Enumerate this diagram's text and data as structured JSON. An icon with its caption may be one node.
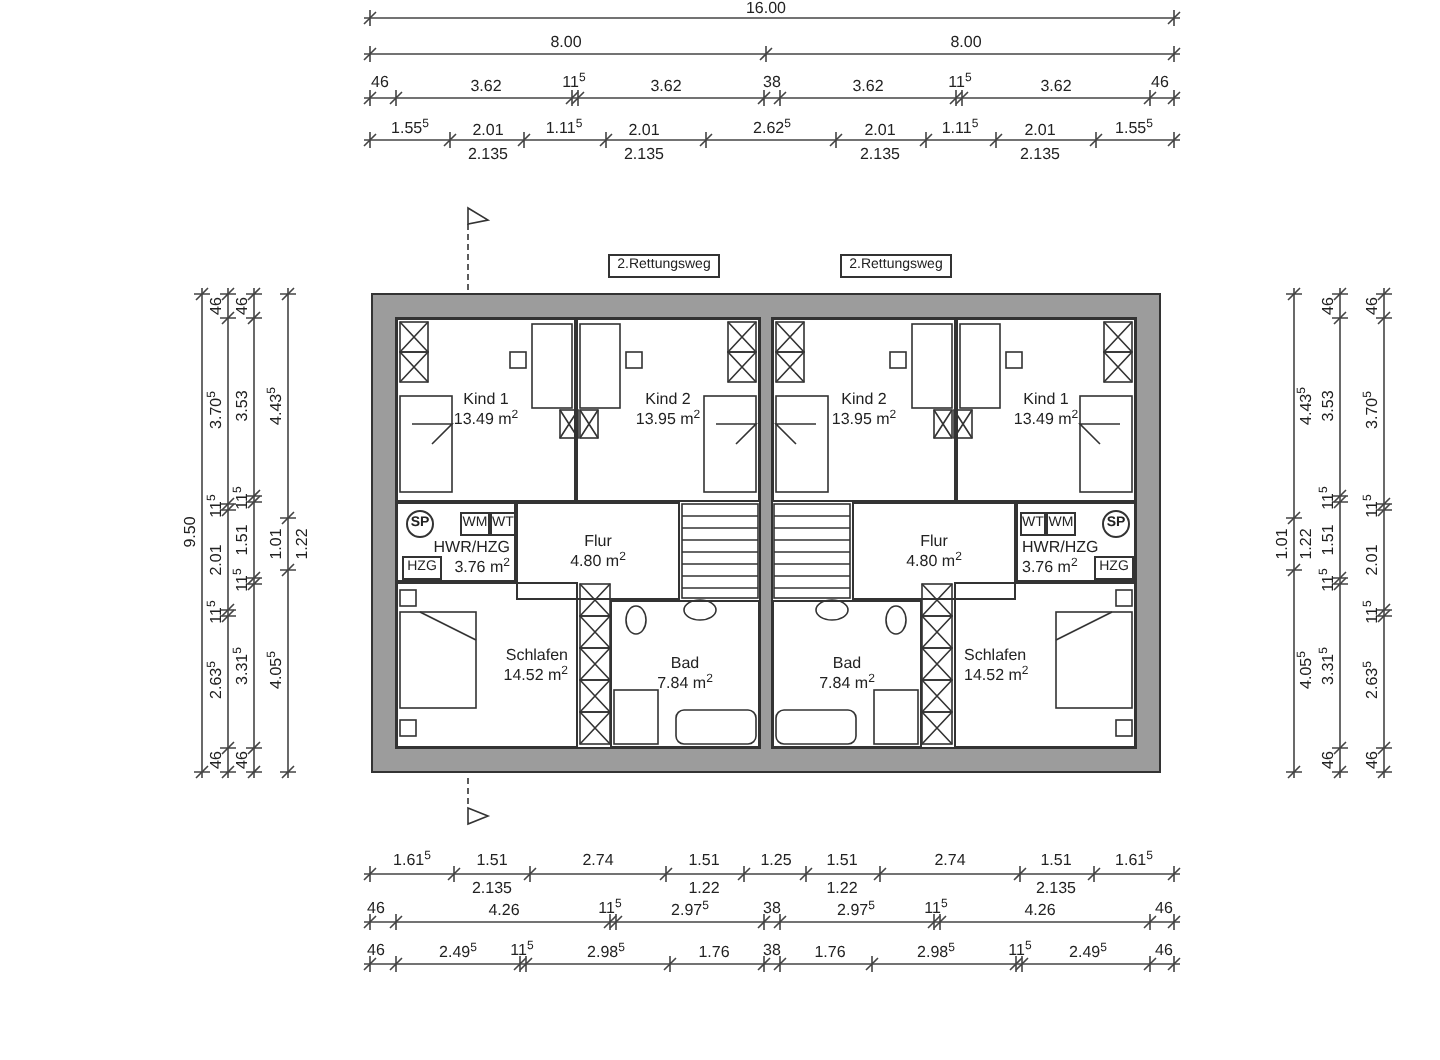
{
  "diagram": {
    "nodes": [
      {
        "text": [
          "2.Rettungsweg"
        ]
      },
      {
        "text": [
          "2.Rettungsweg"
        ]
      },
      {
        "text": [
          "Kind 1",
          "13.49 m$^{2}$"
        ]
      },
      {
        "text": [
          "Kind 2",
          "13.95 m$^{2}$"
        ]
      },
      {
        "text": [
          "HWR/HZG",
          "3.76 m$^{2}$"
        ]
      },
      {
        "text": [
          "SP"
        ],
        "in": 4
      },
      {
        "text": [
          "WM"
        ],
        "in": 4
      },
      {
        "text": [
          "WT"
        ],
        "in": 4
      },
      {
        "text": [
          "HZG"
        ],
        "in": 4
      },
      {
        "text": [
          "Flur",
          "4.80 m$^{2}$"
        ]
      },
      {
        "text": [
          "Schlafen",
          "14.52 m$^{2}$"
        ]
      },
      {
        "text": [
          "Bad",
          "7.84 m$^{2}$"
        ]
      },
      {
        "text": [
          "Kind 2",
          "13.95 m$^{2}$"
        ]
      },
      {
        "text": [
          "Kind 1",
          "13.49 m$^{2}$"
        ]
      },
      {
        "text": [
          "Flur",
          "4.80 m$^{2}$"
        ]
      },
      {
        "text": [
          "HWR/HZG",
          "3.76 m$^{2}$"
        ]
      },
      {
        "text": [
          "WT"
        ],
        "in": 15
      },
      {
        "text": [
          "WM"
        ],
        "in": 15
      },
      {
        "text": [
          "SP"
        ],
        "in": 15
      },
      {
        "text": [
          "HZG"
        ],
        "in": 15
      },
      {
        "text": [
          "Bad",
          "7.84 m$^{2}$"
        ]
      },
      {
        "text": [
          "Schlafen",
          "14.52 m$^{2}$"
        ]
      }
    ],
    "labels": [
      "16.00",
      "8.00",
      "8.00",
      "46",
      "3.62",
      "11$^{5}$",
      "3.62",
      "38",
      "3.62",
      "11$^{5}$",
      "3.62",
      "46",
      "1.55$^{5}$",
      "2.01",
      "1.11$^{5}$",
      "2.01",
      "2.62$^{5}$",
      "2.01",
      "1.11$^{5}$",
      "2.01",
      "1.55$^{5}$",
      "2.135",
      "2.135",
      "2.135",
      "2.135",
      "9.50",
      "46",
      "3.70$^{5}$",
      "11$^{5}$",
      "2.01",
      "11$^{5}$",
      "2.63$^{5}$",
      "46",
      "46",
      "3.53",
      "11$^{5}$",
      "1.51",
      "11$^{5}$",
      "3.31$^{5}$",
      "46",
      "4.43$^{5}$",
      "1.01",
      "1.22",
      "4.05$^{5}$",
      "4.43$^{5}$",
      "1.01",
      "1.22",
      "4.05$^{5}$",
      "46",
      "3.53",
      "11$^{5}$",
      "1.51",
      "11$^{5}$",
      "3.31$^{5}$",
      "46",
      "46",
      "3.70$^{5}$",
      "11$^{5}$",
      "2.01",
      "11$^{5}$",
      "2.63$^{5}$",
      "46",
      "1.61$^{5}$",
      "1.51",
      "2.74",
      "1.51",
      "1.25",
      "1.51",
      "2.74",
      "1.51",
      "1.61$^{5}$",
      "2.135",
      "1.22",
      "1.22",
      "2.135",
      "46",
      "4.26",
      "11$^{5}$",
      "2.97$^{5}$",
      "38",
      "2.97$^{5}$",
      "11$^{5}$",
      "4.26",
      "46",
      "46",
      "2.49$^{5}$",
      "11$^{5}$",
      "2.98$^{5}$",
      "1.76",
      "38",
      "1.76",
      "2.98$^{5}$",
      "11$^{5}$",
      "2.49$^{5}$",
      "46"
    ]
  }
}
